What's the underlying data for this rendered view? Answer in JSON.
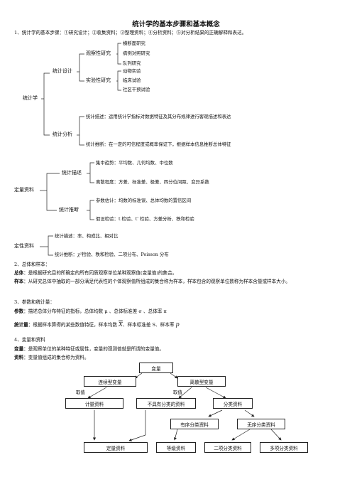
{
  "title": "统计学的基本步骤和基本概念",
  "section1": {
    "heading": "1、统计学的基本步骤：①研究设计；②收集资料；③整理资料；④分析资料；⑤对分析结果的正确解释和表达。"
  },
  "tree_stats": {
    "root": "统计学",
    "design": "统计设计",
    "observational": "观察性研究",
    "obs_items": [
      "横断面研究",
      "病例对照研究",
      "队列研究"
    ],
    "experimental": "实验性研究",
    "exp_items": [
      "动物实验",
      "临床试验",
      "社区干预试验"
    ],
    "analysis": "统计分析",
    "desc": "统计描述：运用统计学指标对数据特征及其分布规律进行客观描述和表达",
    "infer": "统计推断：在一定的可信程度或概率保证下，根据样本信息推断总体特征"
  },
  "tree_quant": {
    "root": "定量资料",
    "desc": "统计描述",
    "desc_items": [
      "集中趋势：平均数、几何均数、中位数",
      "离散程度：方差、标准差、极差、四分位间距、变异系数"
    ],
    "infer": "统计推断",
    "infer_items": [
      "参数估计：均数的标准误、总体均数的置信区间",
      "假设检验：t 检验、t' 检验、方差分析、秩和检验"
    ]
  },
  "tree_qual": {
    "root": "定性资料",
    "desc": "统计描述：率、构成比、相对比",
    "infer_pre": "统计推断：",
    "infer_chi": "χ²",
    "infer_post": "检验、秩和检验、二项分布、Poisson 分布"
  },
  "section2": {
    "heading": "2、总体和样本：",
    "population_term": "总体",
    "population_def": "：是根据研究目的所确定的所有同质观察单位某种观察值(变量值)的集合。",
    "sample_term": "样本",
    "sample_def": "：从研究总体中抽取的一部分满足代表性的个体观察值所组成的集合称为样本，样本包含的观察单位数称为样本含量或样本大小。"
  },
  "section3": {
    "heading": "3、参数和统计量：",
    "param_term": "参数",
    "param_def": "：描述总体分布特征的指标，总体均数 μ 、总体标准差 σ 、总体率 π",
    "stat_term": "统计量",
    "stat_def": "：根据样本算得的某些数值特征，样本均数",
    "stat_xbar": "X",
    "stat_rest": "、样本标准差 S、样本率",
    "stat_p": "p"
  },
  "section4": {
    "heading": "4、变量和资料",
    "var_term": "变量",
    "var_def": "：是观察单位的某种特征或属性，变量的观测值就是所谓的变量值。",
    "data_term": "资料",
    "data_def": "：变量值组成的集合称为资料。"
  },
  "flow": {
    "variable": "变量",
    "continuous": "连续型变量",
    "discrete": "离散型变量",
    "take_value_1": "取值",
    "take_value_2": "取值",
    "measurement": "计量资料",
    "no_class": "不具有分类的资料",
    "classified": "分类资料",
    "ordinal": "有序分类资料",
    "nominal": "无序分类资料",
    "quantitative": "定量资料",
    "ranked": "等级资料",
    "binary": "二项分类资料",
    "multi": "多项分类资料"
  }
}
